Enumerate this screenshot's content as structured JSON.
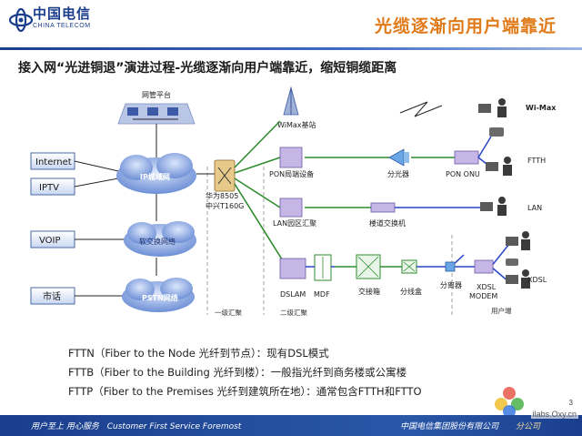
{
  "header": {
    "logo_cn": "中国电信",
    "logo_en": "CHINA TELECOM",
    "title": "光缆逐渐向用户端靠近"
  },
  "subtitle": "接入网“光进铜退”演进过程-光缆逐渐向用户端靠近，缩短铜缆距离",
  "diagram": {
    "services": [
      "Internet",
      "IPTV",
      "VOIP",
      "市话"
    ],
    "clouds": [
      "IP城域网",
      "软交换网络",
      "PSTN网络"
    ],
    "nms_label": "网管平台",
    "aggregation_label": "华为8505\n中兴T160G",
    "wimax_bs": "WiMax基站",
    "pon_olt": "PON局端设备",
    "lan_agg": "LAN园区汇聚",
    "dslam": "DSLAM",
    "mdf": "MDF",
    "splitter": "分光器",
    "pon_onu": "PON ONU",
    "lan_switch": "楼道交换机",
    "cross_box": "交接箱",
    "dist_box": "分线盒",
    "splitter2": "分离器",
    "xdsl_modem": "XDSL\nMODEM",
    "level1": "一级汇聚",
    "level2": "二级汇聚",
    "user_end": "用户端",
    "access_types": [
      "Wi-Max",
      "FTTH",
      "LAN",
      "XDSL"
    ]
  },
  "colors": {
    "brand_blue": "#1a3e8c",
    "title_orange": "#e07b1a",
    "fiber_green": "#2e8b2e",
    "copper_blue": "#2846c8"
  },
  "notes": [
    "FTTN（Fiber to the Node 光纤到节点）：现有DSL模式",
    "FTTB（Fiber to the Building 光纤到楼）：一般指光纤到商务楼或公寓楼",
    "FTTP（Fiber to the Premises 光纤到建筑所在地）：通常包含FTTH和FTTO"
  ],
  "footer": {
    "slogan_cn": "用户至上  用心服务",
    "slogan_en": "Customer First Service Foremost",
    "company_cn": "中国电信集团股份有限公司",
    "company_sub": "分公司"
  },
  "page_number": "3",
  "watermark": "ilabs.Oxy.cn"
}
